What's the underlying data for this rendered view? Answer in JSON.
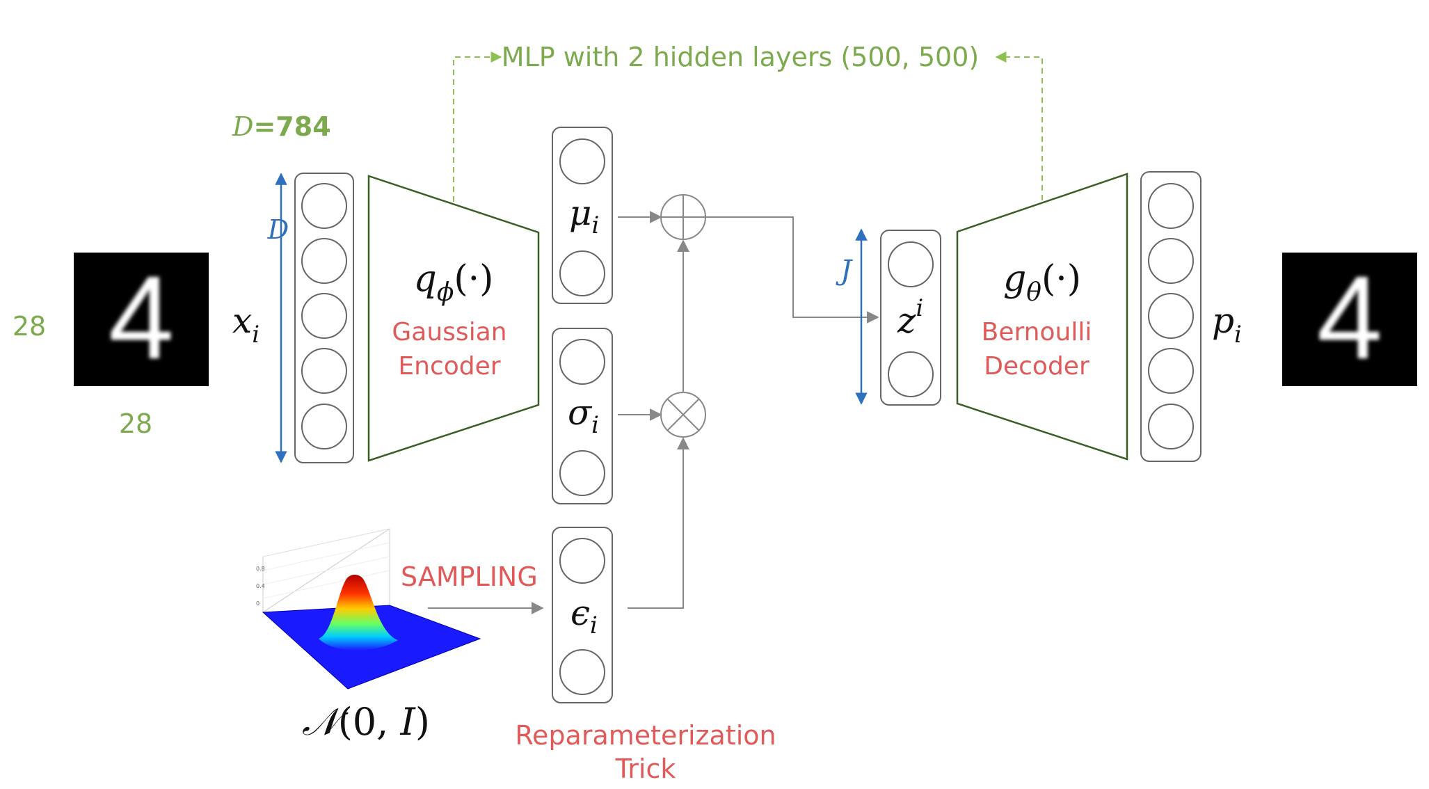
{
  "header": {
    "mlp_label": "MLP with 2 hidden layers (500, 500)"
  },
  "input": {
    "dimension_label": "D=784",
    "dimension_symbol": "D",
    "dimension_value": "=784",
    "side_height": "28",
    "side_width": "28",
    "digit": "4",
    "vector_symbol": "x",
    "vector_subscript": "i"
  },
  "encoder": {
    "func": "q",
    "func_subscript": "ϕ",
    "func_arg": "(·)",
    "name_line1": "Gaussian",
    "name_line2": "Encoder"
  },
  "latent_params": {
    "mu": "μ",
    "mu_sub": "i",
    "sigma": "σ",
    "sigma_sub": "i",
    "eps": "ϵ",
    "eps_sub": "i"
  },
  "operators": {
    "add": "⊕",
    "multiply": "⊗"
  },
  "latent": {
    "dim_symbol": "J",
    "vector_symbol": "z",
    "vector_superscript": "i"
  },
  "decoder": {
    "func": "g",
    "func_subscript": "θ",
    "func_arg": "(·)",
    "name_line1": "Bernoulli",
    "name_line2": "Decoder"
  },
  "output": {
    "vector_symbol": "p",
    "vector_subscript": "i",
    "digit": "4"
  },
  "sampling": {
    "label": "SAMPLING",
    "distribution": "𝒩(0, I)",
    "dist_prefix": "𝒩",
    "dist_args": "(0, ",
    "dist_I": "I",
    "dist_close": ")"
  },
  "reparam": {
    "line1": "Reparameterization",
    "line2": "Trick"
  },
  "colors": {
    "green_label": "#7daa4f",
    "green_dashed": "#8cc152",
    "red_label": "#e05a5a",
    "blue_dim": "#2e6fbe",
    "trapezoid": "#3b5e24",
    "gray_line": "#888888",
    "node": "#666666"
  }
}
